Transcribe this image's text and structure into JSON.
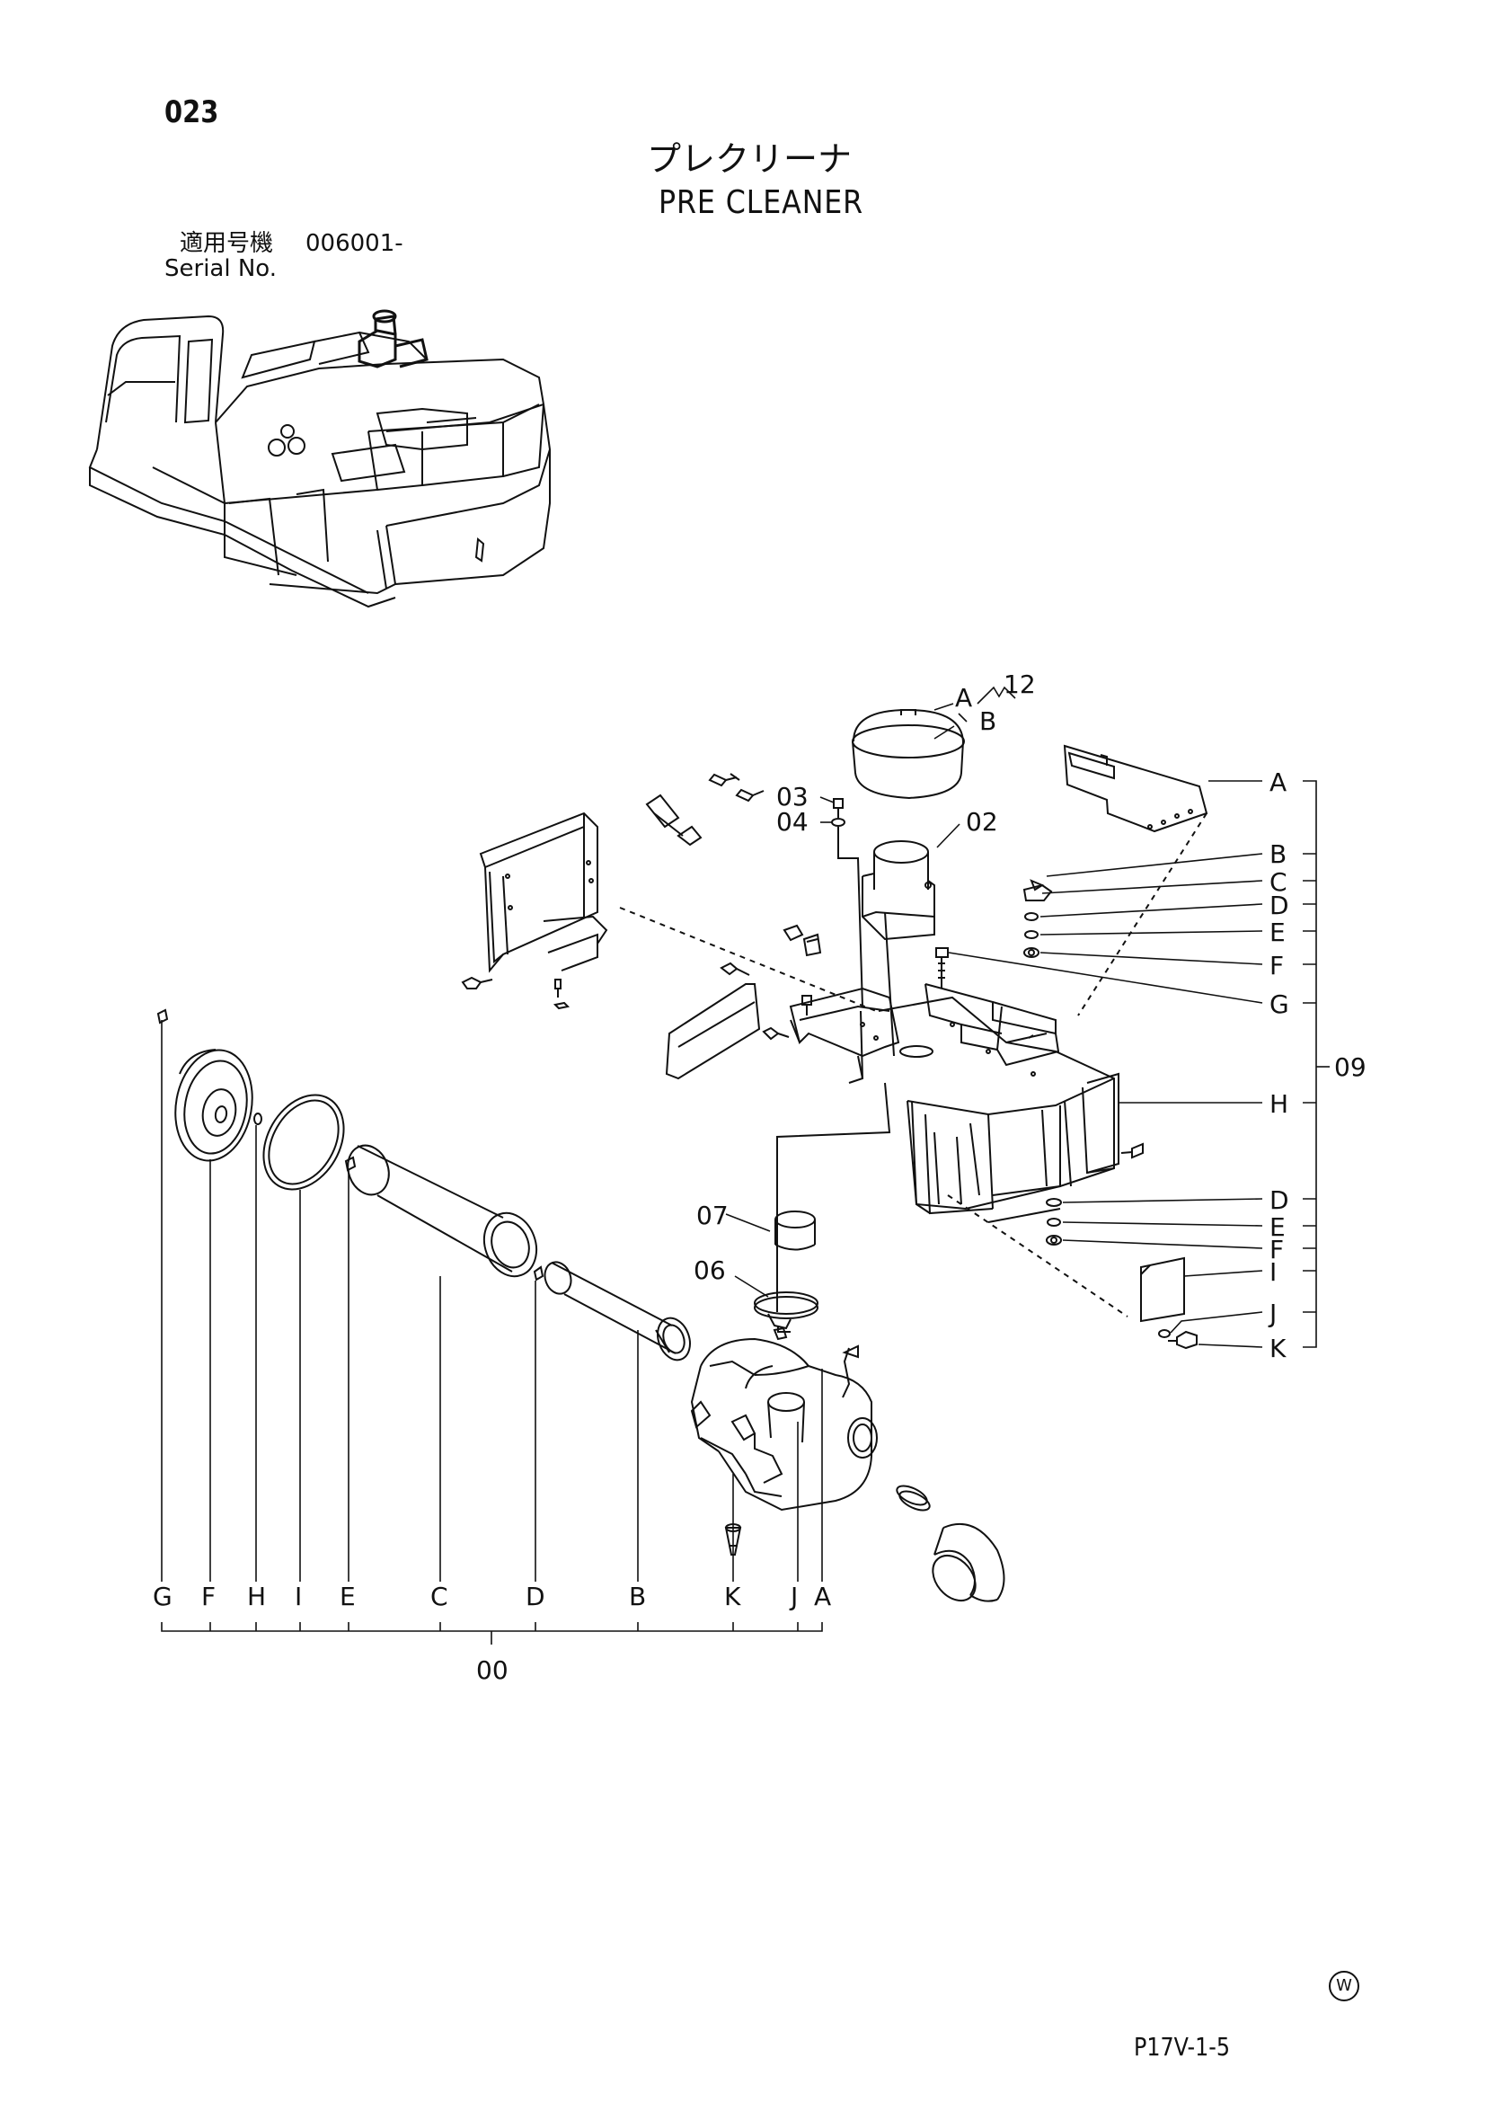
{
  "page_number": "023",
  "title_jp": "プレクリーナ",
  "title_en": "PRE CLEANER",
  "serial_label_jp": "適用号機",
  "serial_value": "006001-",
  "serial_label_en": "Serial No.",
  "footer_mark": "W",
  "footer_code": "P17V-1-5",
  "callouts": {
    "assy12": "12",
    "assy12_a": "A",
    "assy12_b": "B",
    "p03": "03",
    "p04": "04",
    "p02": "02",
    "p07": "07",
    "p06": "06",
    "assy09": "09",
    "assy00": "00",
    "right_labels": [
      "A",
      "B",
      "C",
      "D",
      "E",
      "F",
      "G",
      "H",
      "D",
      "E",
      "F",
      "I",
      "J",
      "K"
    ],
    "bottom_labels": [
      "G",
      "F",
      "H",
      "I",
      "E",
      "C",
      "D",
      "B",
      "K",
      "J",
      "A"
    ]
  }
}
